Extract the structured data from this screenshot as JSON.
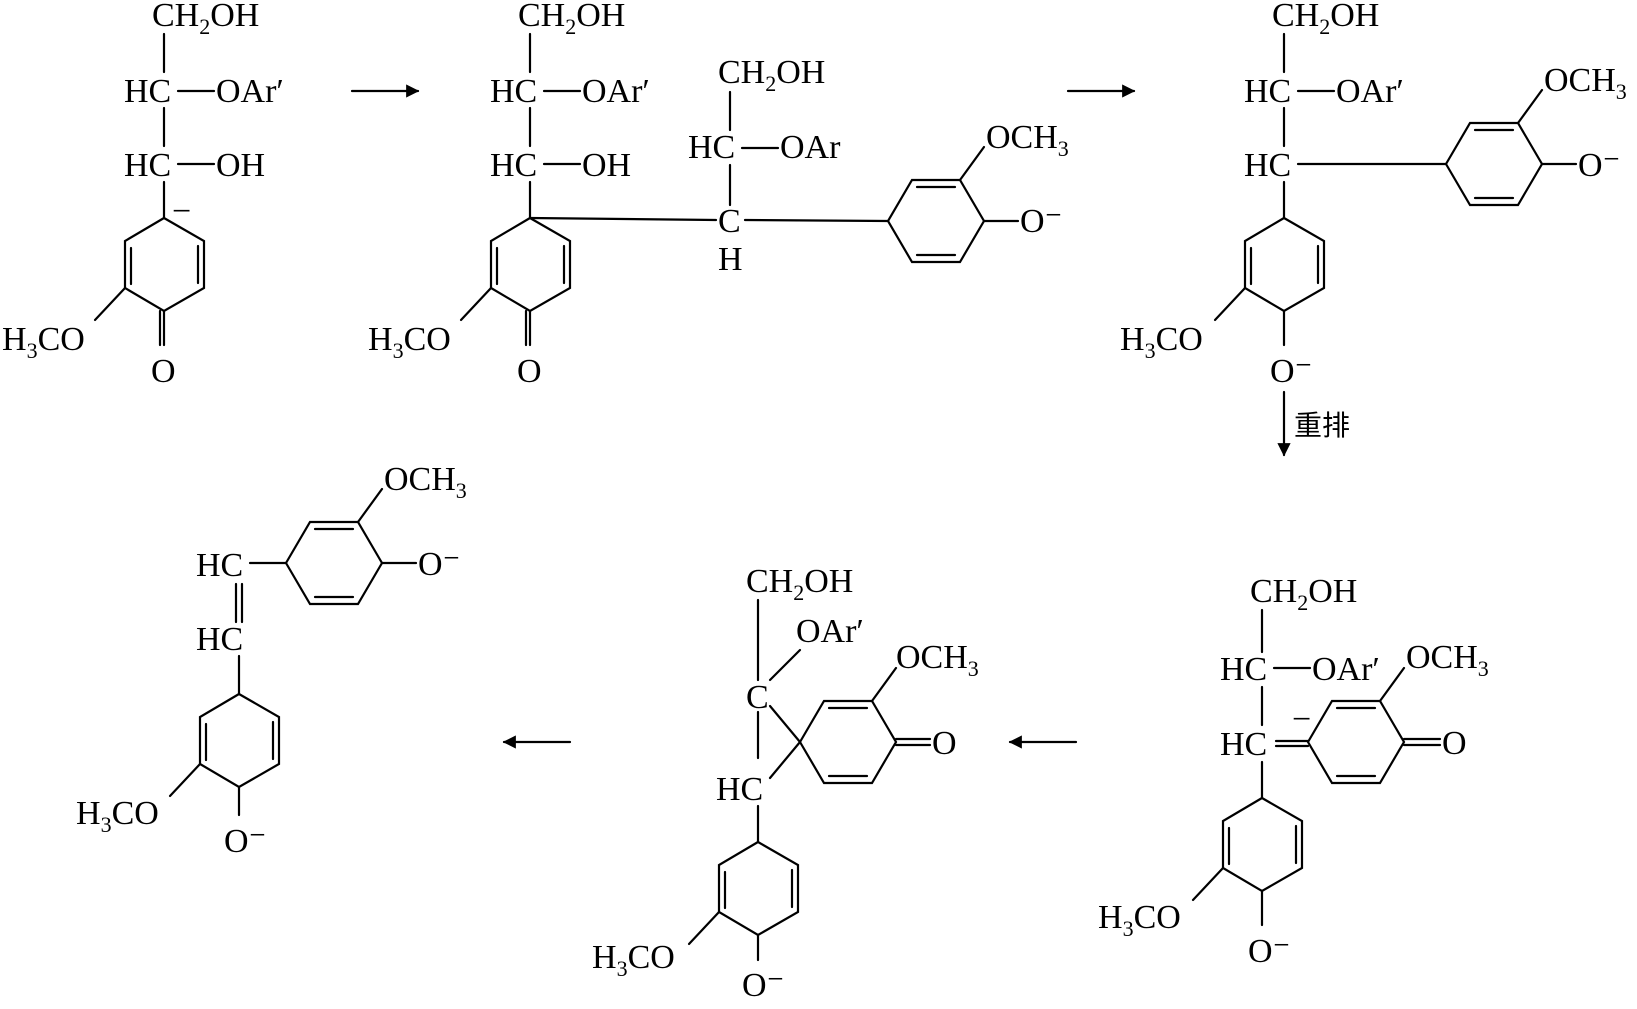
{
  "labels": {
    "ch2oh": [
      "CH",
      "2",
      "OH"
    ],
    "hc": "HC",
    "c": "C",
    "h": "H",
    "oar_prime": "OAr′",
    "oar": "OAr",
    "oh": "OH",
    "och3": [
      "OCH",
      "3"
    ],
    "h3co": [
      "H",
      "3",
      "CO"
    ],
    "o": "O",
    "o_minus": "O⁻",
    "minus": "−",
    "rearrangement": "重排"
  },
  "colors": {
    "ink": "#000000",
    "background": "#ffffff"
  }
}
